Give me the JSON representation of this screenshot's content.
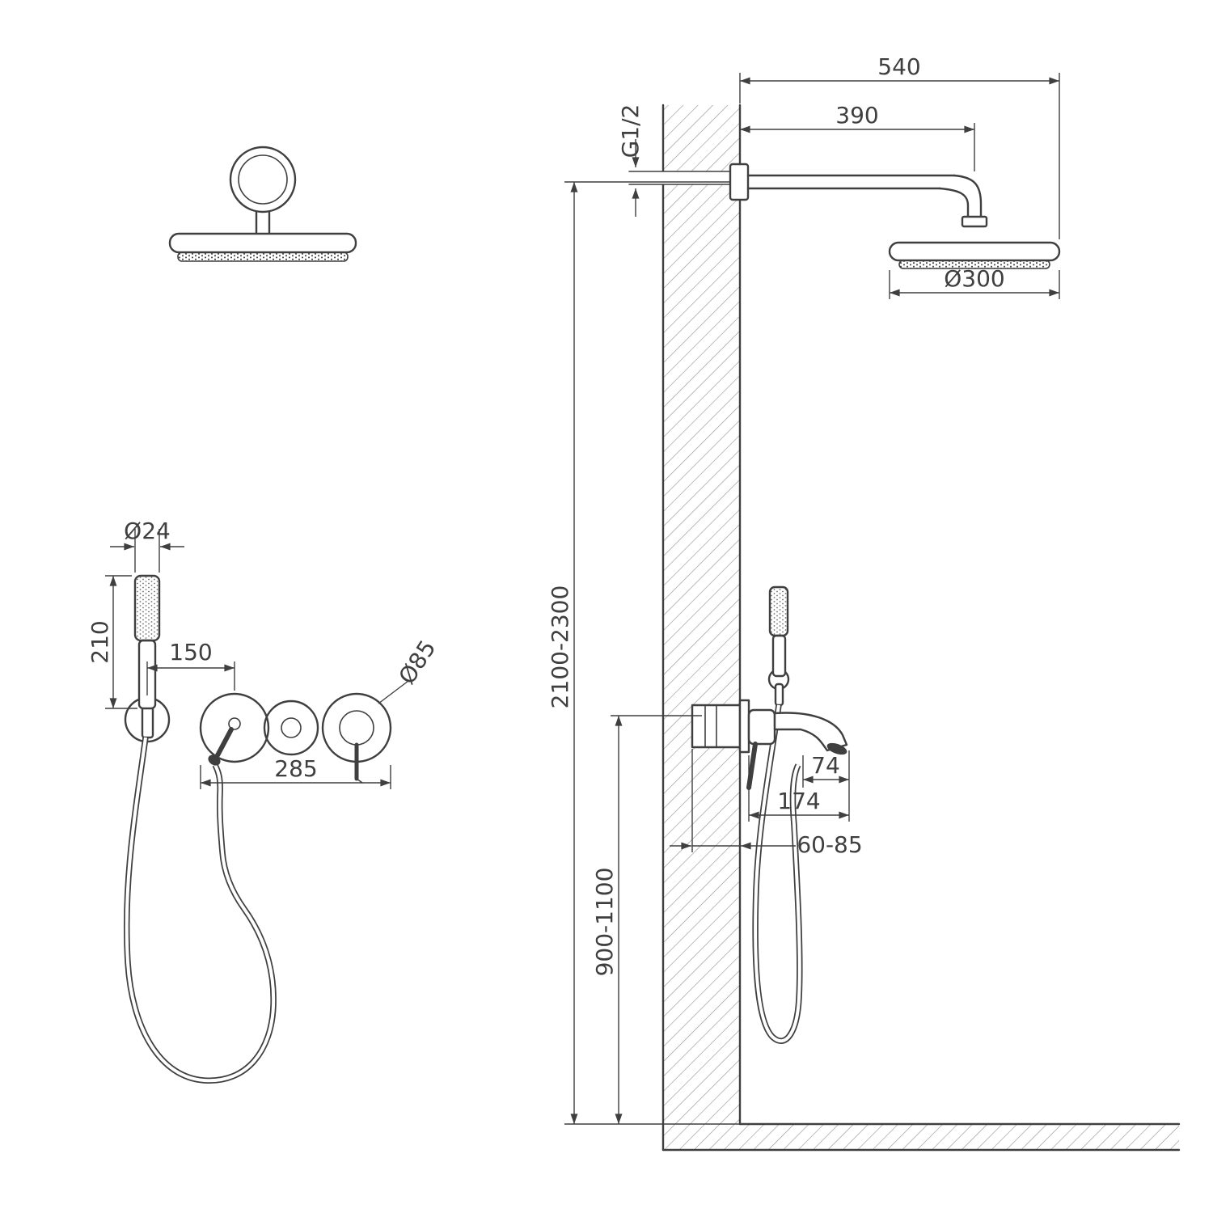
{
  "colors": {
    "line": "#3f3f3f",
    "hatch": "#909090",
    "background": "#ffffff"
  },
  "front_view": {
    "handshower_diameter": "Ø24",
    "handshower_length": "210",
    "holder_offset": "150",
    "trim_plate_diameter": "Ø85",
    "valve_group_width": "285"
  },
  "side_view": {
    "arm_overall": "540",
    "arm_projection": "390",
    "connection_thread": "G1/2",
    "head_diameter": "Ø300",
    "install_height": "2100-2300",
    "valve_height": "900-1100",
    "spout_nozzle_offset": "74",
    "spout_projection": "174",
    "rough_in_depth": "60-85"
  }
}
